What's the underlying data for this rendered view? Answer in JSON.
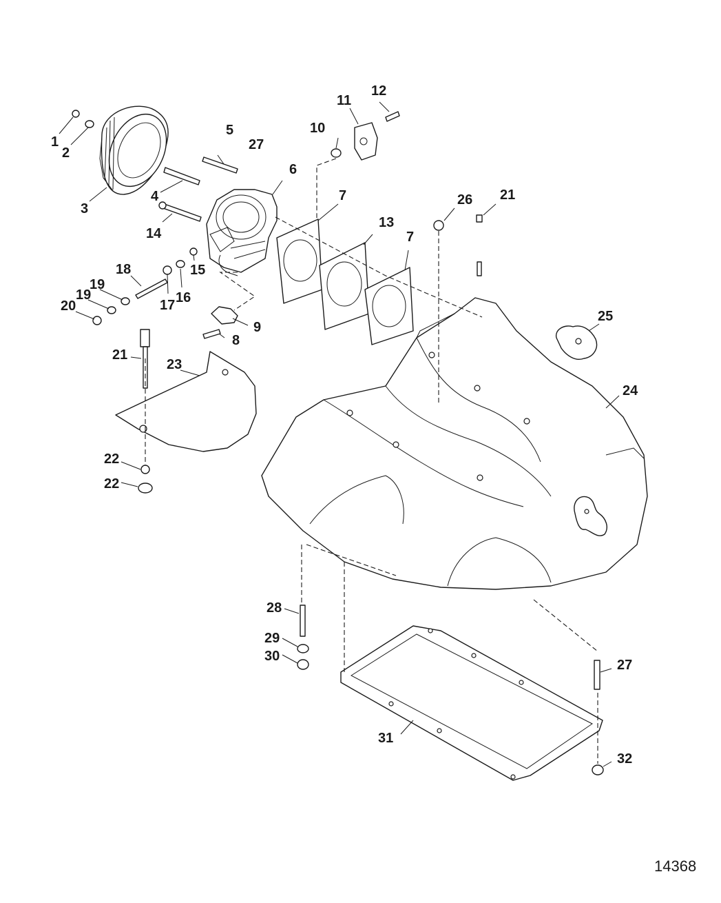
{
  "figure_id": "14368",
  "callouts": {
    "c1": "1",
    "c2": "2",
    "c3": "3",
    "c4": "4",
    "c5": "5",
    "c6": "6",
    "c7a": "7",
    "c7b": "7",
    "c8": "8",
    "c9": "9",
    "c10": "10",
    "c11": "11",
    "c12": "12",
    "c13": "13",
    "c14": "14",
    "c15": "15",
    "c16": "16",
    "c17": "17",
    "c18": "18",
    "c19a": "19",
    "c19b": "19",
    "c20": "20",
    "c21a": "21",
    "c21b": "21",
    "c22a": "22",
    "c22b": "22",
    "c23": "23",
    "c24": "24",
    "c25": "25",
    "c26": "26",
    "c27a": "27",
    "c27b": "27",
    "c28": "28",
    "c29": "29",
    "c30": "30",
    "c31": "31",
    "c32": "32"
  }
}
